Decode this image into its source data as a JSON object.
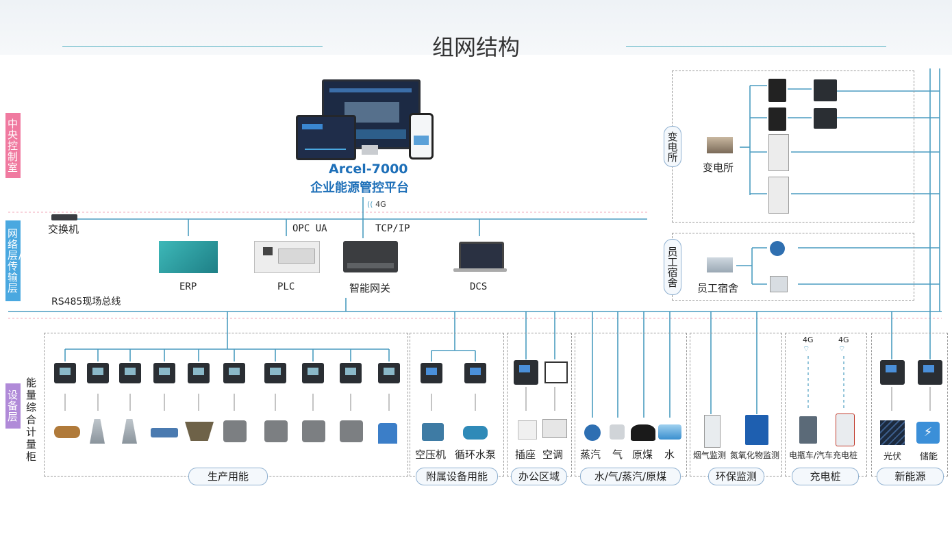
{
  "title": "组网结构",
  "layers": {
    "central": "中央控制室",
    "network": "网络层/传输层",
    "device": "设备层"
  },
  "platform": {
    "name": "Arcel-7000",
    "subtitle": "企业能源管控平台",
    "signal": "4G"
  },
  "network": {
    "switch": "交换机",
    "opcua": "OPC UA",
    "tcpip": "TCP/IP",
    "rs485": "RS485现场总线",
    "nodes": [
      "ERP",
      "PLC",
      "智能网关",
      "DCS"
    ]
  },
  "substation": {
    "tag": "变电所",
    "label": "变电所"
  },
  "dormitory": {
    "tag": "员工宿舍",
    "label": "员工宿舍"
  },
  "cabinet_label": "能量综合计量柜",
  "groups": [
    {
      "name": "生产用能",
      "items": []
    },
    {
      "name": "附属设备用能",
      "items": [
        "空压机",
        "循环水泵"
      ]
    },
    {
      "name": "办公区域",
      "items": [
        "插座",
        "空调"
      ]
    },
    {
      "name": "水/气/蒸汽/原煤",
      "items": [
        "蒸汽",
        "气",
        "原煤",
        "水"
      ]
    },
    {
      "name": "环保监测",
      "items": [
        "烟气监测",
        "氮氧化物监测"
      ]
    },
    {
      "name": "充电桩",
      "items": [
        "电瓶车/汽车充电桩"
      ],
      "signals": [
        "4G",
        "4G"
      ]
    },
    {
      "name": "新能源",
      "items": [
        "光伏",
        "储能"
      ]
    }
  ],
  "colors": {
    "line": "#4a9cc0",
    "central": "#f07aa0",
    "network": "#4aa8e0",
    "device": "#b08ad8",
    "accent": "#1d6fb8"
  }
}
